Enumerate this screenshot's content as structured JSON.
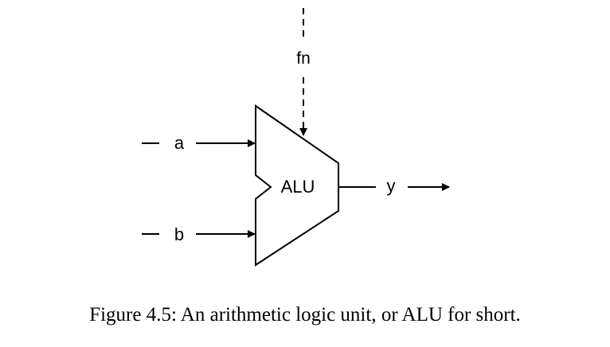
{
  "diagram": {
    "block_label": "ALU",
    "inputs": {
      "a": "a",
      "b": "b"
    },
    "control": "fn",
    "output": "y"
  },
  "caption": "Figure 4.5: An arithmetic logic unit, or ALU for short.",
  "colors": {
    "stroke": "#000000",
    "background": "#ffffff"
  }
}
